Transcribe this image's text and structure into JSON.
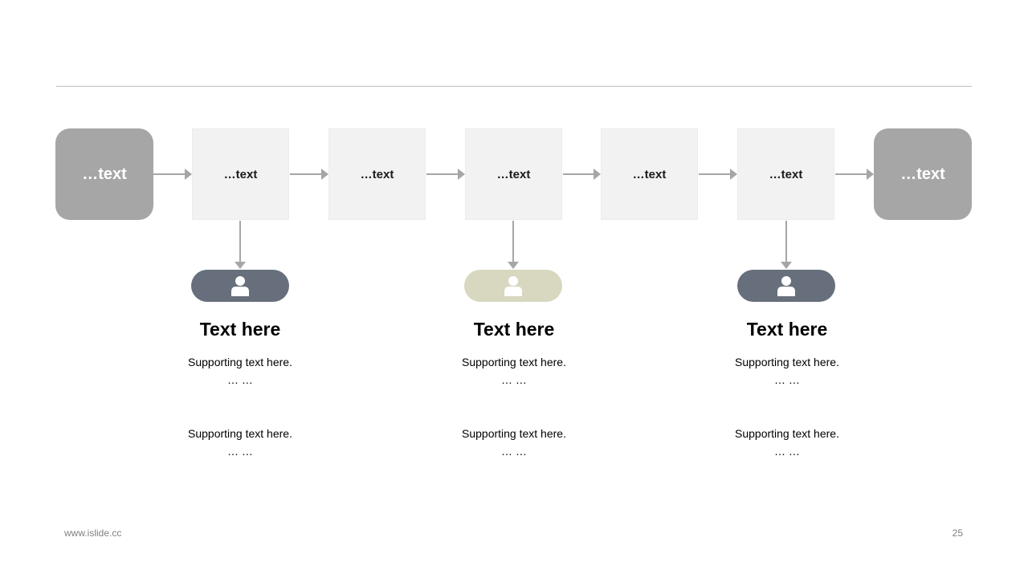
{
  "flow": {
    "start_label": "…text",
    "steps": [
      "…text",
      "…text",
      "…text",
      "…text",
      "…text"
    ],
    "end_label": "…text"
  },
  "profiles": [
    {
      "color": "#666f7b",
      "icon": "person-icon",
      "title": "Text here",
      "lines": [
        "Supporting text here.",
        "… …",
        "Supporting text here.",
        "… …"
      ]
    },
    {
      "color": "#d8d7c0",
      "icon": "person-icon",
      "title": "Text here",
      "lines": [
        "Supporting text here.",
        "… …",
        "Supporting text here.",
        "… …"
      ]
    },
    {
      "color": "#666f7b",
      "icon": "person-icon",
      "title": "Text here",
      "lines": [
        "Supporting text here.",
        "… …",
        "Supporting text here.",
        "… …"
      ]
    }
  ],
  "footer": {
    "website": "www.islide.cc",
    "page_number": "25"
  }
}
